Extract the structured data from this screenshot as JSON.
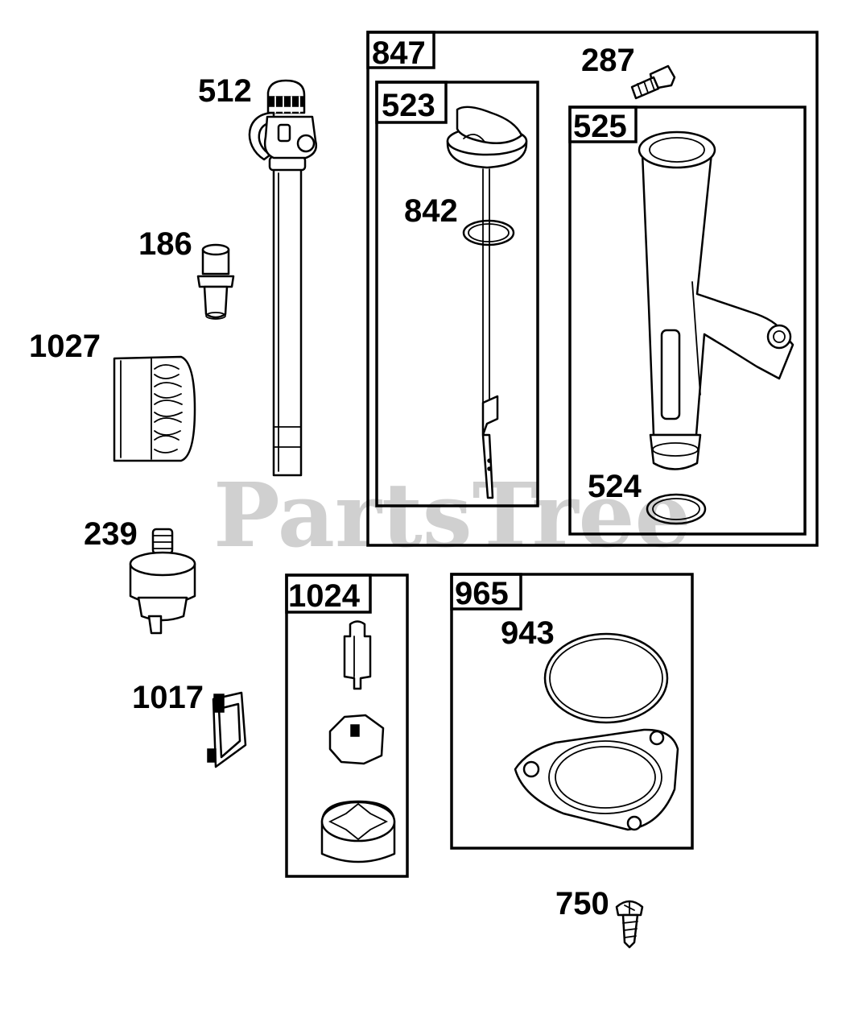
{
  "watermark": "PartsTree",
  "callouts": {
    "p512": "512",
    "p186": "186",
    "p1027": "1027",
    "p239": "239",
    "p1017": "1017",
    "p287": "287",
    "p842": "842",
    "p524": "524",
    "p943": "943",
    "p750": "750"
  },
  "kits": {
    "k847": "847",
    "k523": "523",
    "k525": "525",
    "k1024": "1024",
    "k965": "965"
  }
}
